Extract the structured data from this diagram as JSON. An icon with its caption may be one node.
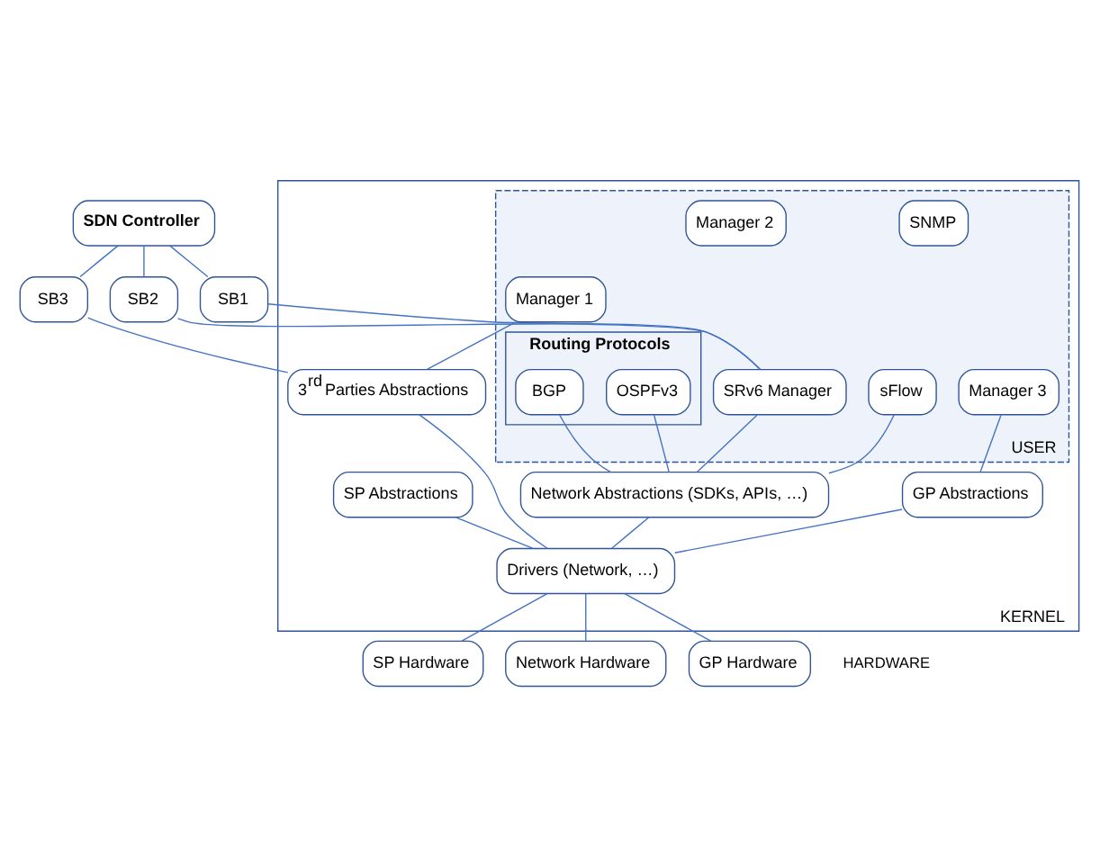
{
  "diagram": {
    "nodes": [
      {
        "text": [
          "SDN Controller"
        ]
      },
      {
        "text": [
          "SB1"
        ]
      },
      {
        "text": [
          "SB2"
        ]
      },
      {
        "text": [
          "SB3"
        ]
      },
      {
        "text": [
          "KERNEL"
        ]
      },
      {
        "text": [
          "USER"
        ],
        "in": 4
      },
      {
        "text": [
          "SNMP"
        ],
        "in": 5
      },
      {
        "text": [
          "sFlow"
        ],
        "in": 5
      },
      {
        "text": [
          "Routing Protocols"
        ],
        "in": 5
      },
      {
        "text": [
          "OSPFv3"
        ],
        "in": 8
      },
      {
        "text": [
          "BGP"
        ],
        "in": 8
      },
      {
        "text": [
          "SRv6 Manager"
        ],
        "in": 5
      },
      {
        "text": [
          "Manager 3"
        ],
        "in": 5
      },
      {
        "text": [
          "Manager 2"
        ],
        "in": 5
      },
      {
        "text": [
          "Manager 1"
        ],
        "in": 5
      },
      {
        "text": [
          "Network Abstractions (SDKs, APIs, …)"
        ],
        "in": 4
      },
      {
        "text": [
          "3$^{rd}$ Parties Abstractions"
        ],
        "in": 4
      },
      {
        "text": [
          "GP Abstractions"
        ],
        "in": 4
      },
      {
        "text": [
          "SP Abstractions"
        ],
        "in": 4
      },
      {
        "text": [
          "Drivers (Network, …)"
        ],
        "in": 4
      },
      {
        "text": [
          "SP Hardware"
        ]
      },
      {
        "text": [
          "Network Hardware"
        ]
      },
      {
        "text": [
          "GP Hardware"
        ]
      }
    ],
    "edges": [
      {
        "from": 0,
        "to": 1,
        "arrow": "none"
      },
      {
        "from": 0,
        "to": 2,
        "arrow": "none"
      },
      {
        "from": 0,
        "to": 3,
        "arrow": "none"
      },
      {
        "from": 1,
        "to": 11,
        "arrow": "none"
      },
      {
        "from": 2,
        "to": 11,
        "arrow": "none"
      },
      {
        "from": 3,
        "to": 16,
        "arrow": "none"
      },
      {
        "from": 14,
        "to": 16,
        "arrow": "none"
      },
      {
        "from": 12,
        "to": 17,
        "arrow": "none"
      },
      {
        "from": 11,
        "to": 15,
        "arrow": "none"
      },
      {
        "from": 9,
        "to": 15,
        "arrow": "none"
      },
      {
        "from": 10,
        "to": 15,
        "arrow": "none"
      },
      {
        "from": 7,
        "to": 15,
        "arrow": "none"
      },
      {
        "from": 18,
        "to": 19,
        "arrow": "none"
      },
      {
        "from": 15,
        "to": 19,
        "arrow": "none"
      },
      {
        "from": 16,
        "to": 19,
        "arrow": "none"
      },
      {
        "from": 17,
        "to": 19,
        "arrow": "none"
      },
      {
        "from": 19,
        "to": 20,
        "arrow": "none"
      },
      {
        "from": 19,
        "to": 21,
        "arrow": "none"
      },
      {
        "from": 19,
        "to": 22,
        "arrow": "none"
      }
    ],
    "labels": [
      "HARDWARE"
    ]
  }
}
